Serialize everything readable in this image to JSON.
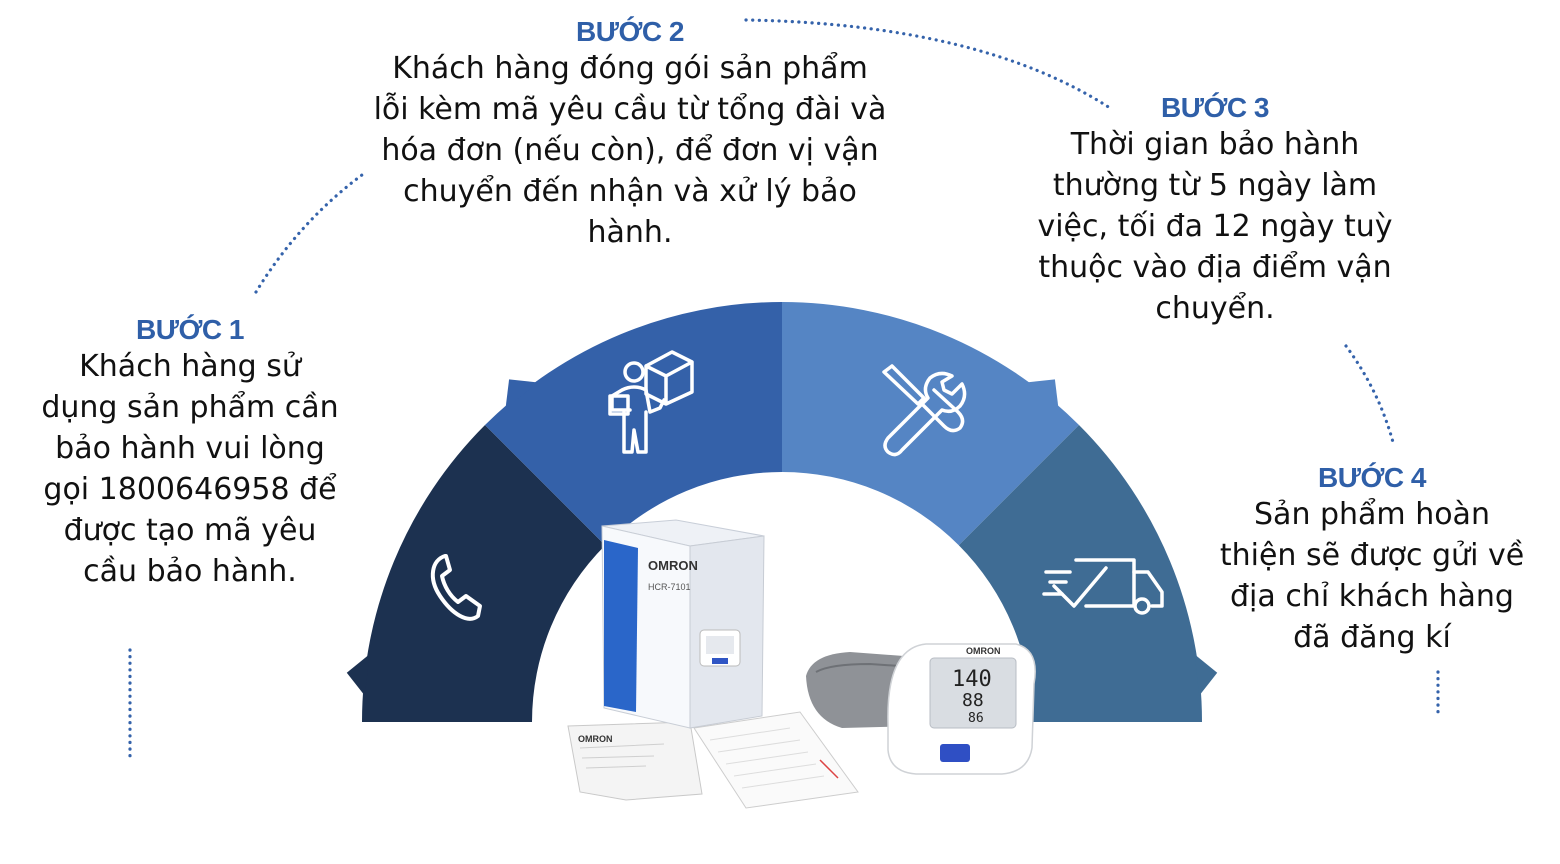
{
  "colors": {
    "accent_text": "#2f5fa8",
    "segment_1": "#1c3150",
    "segment_2": "#3461a9",
    "segment_3": "#5585c4",
    "segment_4": "#3f6c94",
    "dots": "#3563ab"
  },
  "steps": [
    {
      "title": "BƯỚC 1",
      "body": "Khách hàng sử dụng sản phẩm cần bảo hành vui lòng gọi 1800646958 để được tạo mã yêu cầu bảo hành.",
      "icon": "phone-icon"
    },
    {
      "title": "BƯỚC 2",
      "body": "Khách hàng đóng gói sản phẩm lỗi kèm mã yêu cầu từ tổng đài và hóa đơn (nếu còn), để đơn vị vận chuyển đến nhận và xử lý bảo hành.",
      "icon": "worker-box-icon"
    },
    {
      "title": "BƯỚC 3",
      "body": "Thời gian bảo hành thường từ 5 ngày làm việc, tối đa 12 ngày tuỳ thuộc vào địa điểm vận chuyển.",
      "icon": "tools-icon"
    },
    {
      "title": "BƯỚC 4",
      "body": "Sản phẩm hoàn thiện sẽ được gửi về địa chỉ khách hàng đã đăng kí",
      "icon": "delivery-truck-icon"
    }
  ],
  "product": {
    "brand": "OMRON",
    "model": "HCR-7101",
    "display_sys": "140",
    "display_dia": "88",
    "display_pulse": "86"
  }
}
